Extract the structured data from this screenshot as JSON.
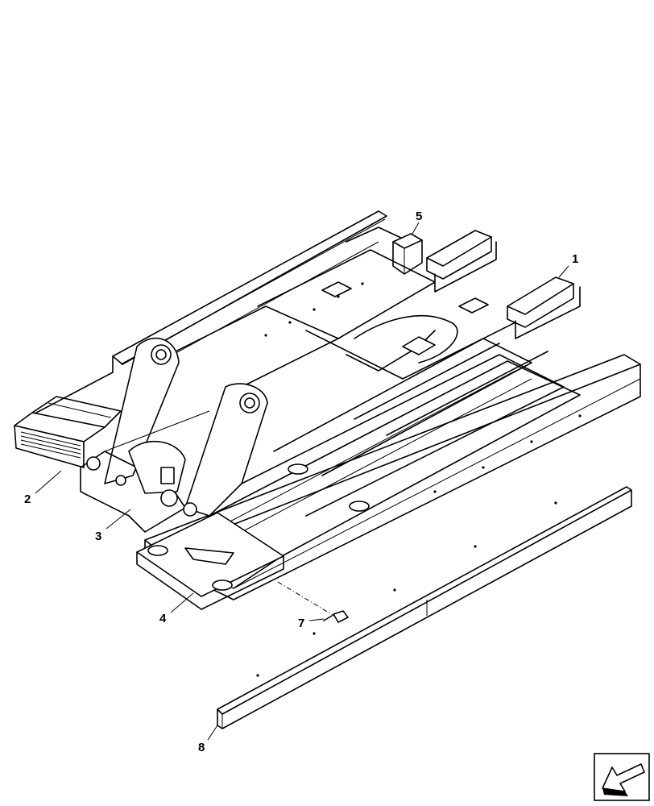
{
  "callouts": [
    {
      "id": "1",
      "label": "1"
    },
    {
      "id": "2",
      "label": "2"
    },
    {
      "id": "3",
      "label": "3"
    },
    {
      "id": "4",
      "label": "4"
    },
    {
      "id": "5",
      "label": "5"
    },
    {
      "id": "7",
      "label": "7"
    },
    {
      "id": "8",
      "label": "8"
    }
  ],
  "icons": {
    "navigation": "arrow-page-icon"
  }
}
